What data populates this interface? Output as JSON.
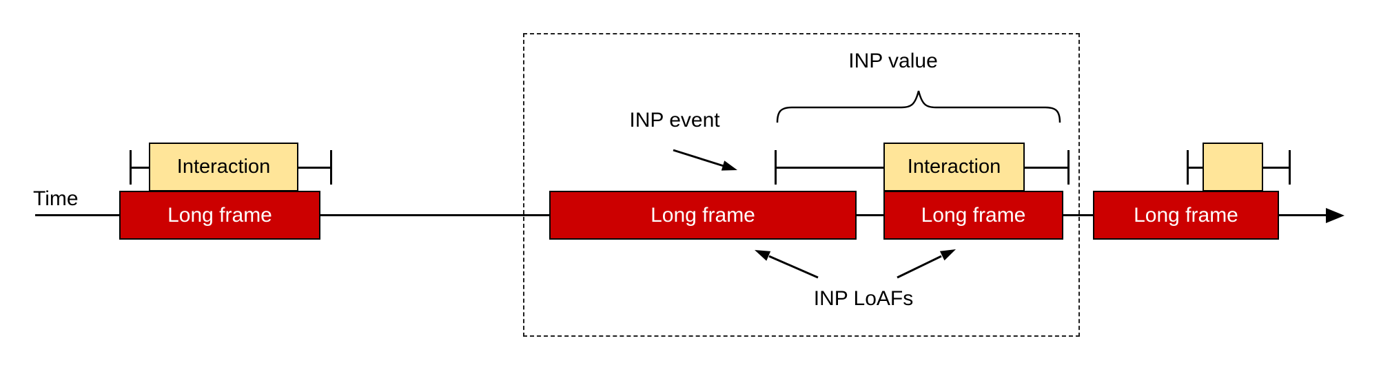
{
  "diagram": {
    "title_hint": "INP and Long Animation Frames timeline",
    "labels": {
      "time": "Time",
      "inp_event": "INP event",
      "inp_value": "INP value",
      "inp_loafs": "INP LoAFs"
    },
    "frames": [
      {
        "label": "Long frame"
      },
      {
        "label": "Long frame"
      },
      {
        "label": "Long frame"
      },
      {
        "label": "Long frame"
      }
    ],
    "interactions": [
      {
        "label": "Interaction"
      },
      {
        "label": "Interaction"
      },
      {
        "label": ""
      }
    ],
    "colors": {
      "long_frame_fill": "#cc0000",
      "interaction_fill": "#ffe599",
      "stroke": "#000000",
      "background": "#ffffff"
    }
  }
}
